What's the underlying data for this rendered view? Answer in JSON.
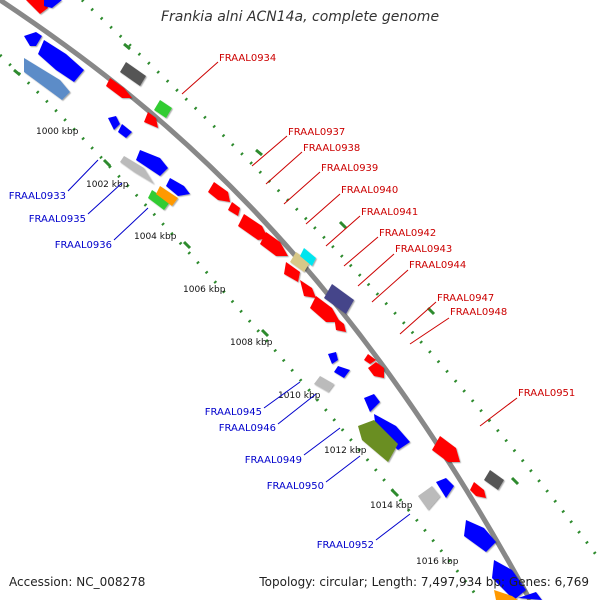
{
  "title": "Frankia alni ACN14a, complete genome",
  "footer": {
    "accession": "Accession: NC_008278",
    "summary": "Topology: circular; Length: 7,497,934 bp; Genes: 6,769"
  },
  "colors": {
    "backbone": "#888888",
    "tick_major": "#2e8b2e",
    "forward_label": "#cc0000",
    "reverse_label": "#0000cc"
  },
  "ticks": [
    "1000 kbp",
    "1002 kbp",
    "1004 kbp",
    "1006 kbp",
    "1008 kbp",
    "1010 kbp",
    "1012 kbp",
    "1014 kbp",
    "1016 kbp"
  ],
  "genes_forward": [
    {
      "label": "FRAAL0934",
      "color": "#33cc33"
    },
    {
      "label": "FRAAL0937",
      "color": "#ff0000"
    },
    {
      "label": "FRAAL0938",
      "color": "#ff0000"
    },
    {
      "label": "FRAAL0939",
      "color": "#ff0000"
    },
    {
      "label": "FRAAL0940",
      "color": "#ff0000"
    },
    {
      "label": "FRAAL0941",
      "color": "#00e5ee"
    },
    {
      "label": "FRAAL0942",
      "color": "#d8c888"
    },
    {
      "label": "FRAAL0943",
      "color": "#ff0000"
    },
    {
      "label": "FRAAL0944",
      "color": "#44448a"
    },
    {
      "label": "FRAAL0947",
      "color": "#ff0000"
    },
    {
      "label": "FRAAL0948",
      "color": "#ff0000"
    },
    {
      "label": "FRAAL0951",
      "color": "#ff0000"
    }
  ],
  "genes_reverse": [
    {
      "label": "FRAAL0933",
      "color": "#0000ff"
    },
    {
      "label": "FRAAL0935",
      "color": "#0000ff"
    },
    {
      "label": "FRAAL0936",
      "color": "#ff9900"
    },
    {
      "label": "FRAAL0945",
      "color": "#0000ff"
    },
    {
      "label": "FRAAL0946",
      "color": "#bbbbbb"
    },
    {
      "label": "FRAAL0949",
      "color": "#6b8e23"
    },
    {
      "label": "FRAAL0950",
      "color": "#0000ff"
    },
    {
      "label": "FRAAL0952",
      "color": "#bbbbbb"
    }
  ]
}
